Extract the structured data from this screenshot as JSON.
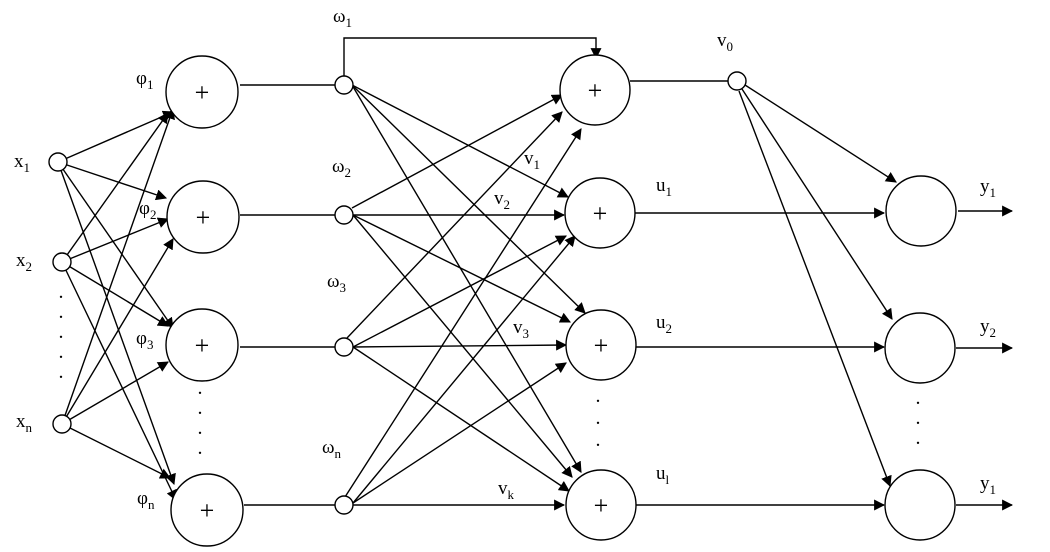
{
  "inputs": [
    {
      "base": "x",
      "sub": "1"
    },
    {
      "base": "x",
      "sub": "2"
    },
    {
      "base": "x",
      "sub": "n"
    }
  ],
  "phi_labels": [
    {
      "base": "φ",
      "sub": "1"
    },
    {
      "base": "φ",
      "sub": "2"
    },
    {
      "base": "φ",
      "sub": "3"
    },
    {
      "base": "φ",
      "sub": "n"
    }
  ],
  "omega_labels": [
    {
      "base": "ω",
      "sub": "1"
    },
    {
      "base": "ω",
      "sub": "2"
    },
    {
      "base": "ω",
      "sub": "3"
    },
    {
      "base": "ω",
      "sub": "n"
    }
  ],
  "v_labels": [
    {
      "base": "v",
      "sub": "1"
    },
    {
      "base": "v",
      "sub": "2"
    },
    {
      "base": "v",
      "sub": "3"
    },
    {
      "base": "v",
      "sub": "k"
    }
  ],
  "v0_label": {
    "base": "v",
    "sub": "0"
  },
  "u_labels": [
    {
      "base": "u",
      "sub": "1"
    },
    {
      "base": "u",
      "sub": "2"
    },
    {
      "base": "u",
      "sub": "l"
    }
  ],
  "y_labels": [
    {
      "base": "y",
      "sub": "1"
    },
    {
      "base": "y",
      "sub": "2"
    },
    {
      "base": "y",
      "sub": "1"
    }
  ],
  "sum_symbol": "+",
  "ellipsis_dot": "."
}
